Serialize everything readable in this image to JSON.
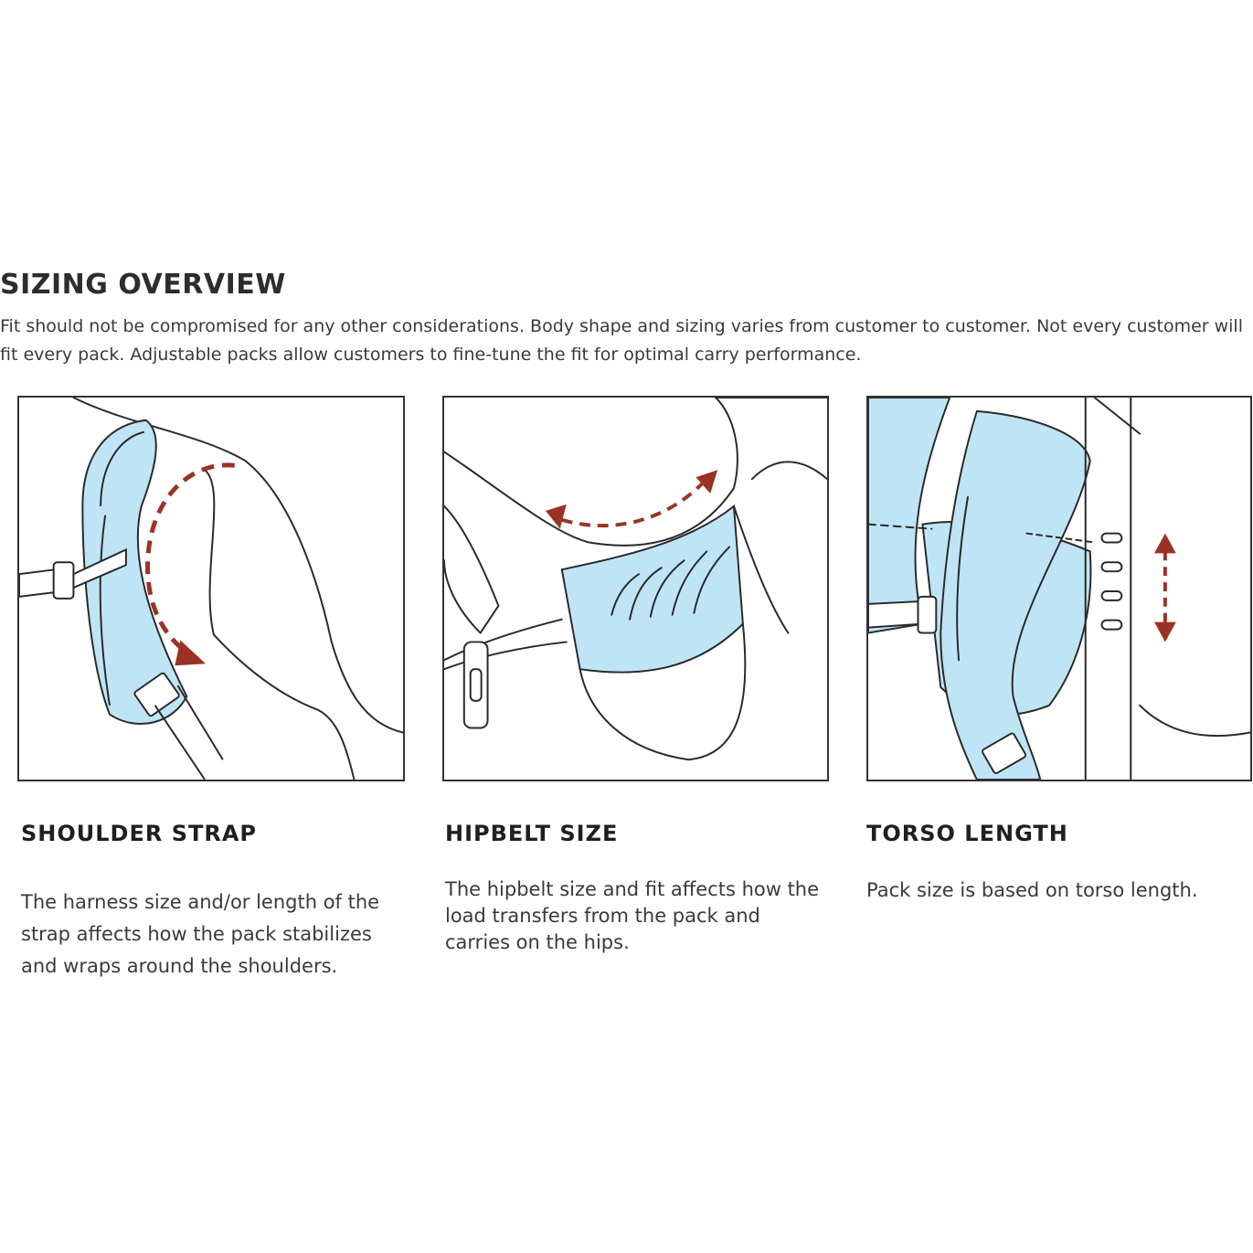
{
  "header": {
    "title": "SIZING OVERVIEW",
    "intro": "Fit should not be compromised for any other considerations. Body shape and sizing varies from customer to customer. Not every customer will fit every pack. Adjustable packs allow customers to fine-tune the fit for optimal carry performance."
  },
  "colors": {
    "pack_blue": "#bfe4f6",
    "arrow_red": "#9a3324",
    "outline": "#2a2a2a"
  },
  "sections": [
    {
      "title": "SHOULDER STRAP",
      "text": "The harness size and/or length of the strap affects how the pack stabilizes and wraps around the shoulders.",
      "illustration": "shoulder-strap-illustration"
    },
    {
      "title": "HIPBELT SIZE",
      "text": "The hipbelt size and fit affects how the load transfers from the pack and carries on the hips.",
      "illustration": "hipbelt-illustration"
    },
    {
      "title": "TORSO LENGTH",
      "text": "Pack size is based on torso length.",
      "illustration": "torso-length-illustration"
    }
  ]
}
